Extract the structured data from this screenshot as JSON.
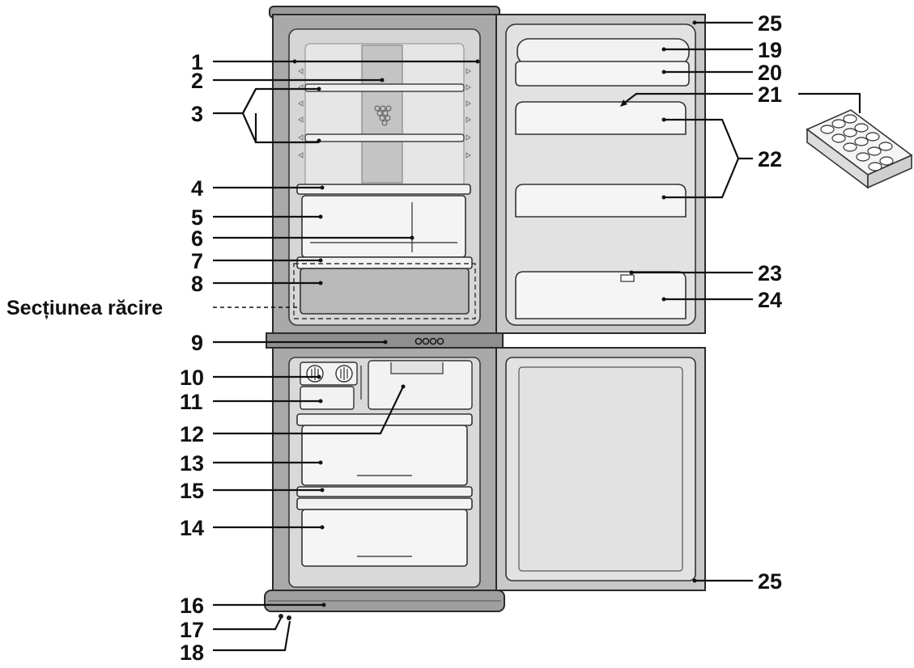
{
  "diagram": {
    "callouts": [
      "1",
      "2",
      "3",
      "4",
      "5",
      "6",
      "7",
      "8",
      "9",
      "10",
      "11",
      "12",
      "13",
      "14",
      "15",
      "16",
      "17",
      "18",
      "19",
      "20",
      "21",
      "22",
      "23",
      "24",
      "25"
    ],
    "section_label": "Secțiunea răcire"
  },
  "colors": {
    "outline": "#2a2a2a",
    "cabinet_gray": "#9a9a9a",
    "interior_gray": "#d6d6d6",
    "shelf_gray": "#e8e8e8",
    "crisper_dark": "#b9b9b9",
    "leader": "#111111"
  }
}
